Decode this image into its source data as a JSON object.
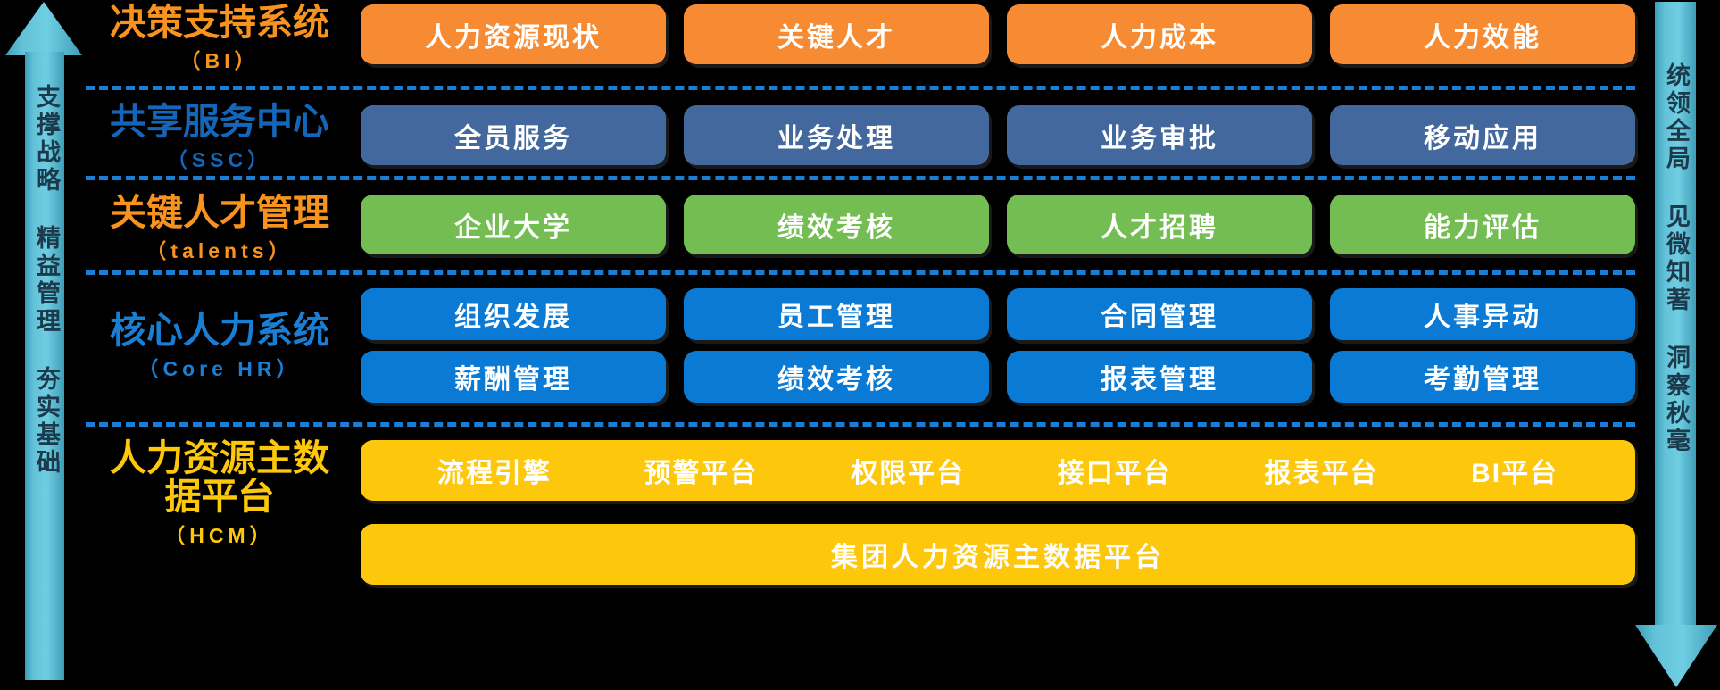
{
  "left_arrow": {
    "text": "支撑战略 精益管理 夯实基础",
    "color": "#63c2d8",
    "text_color": "#1b3a4b"
  },
  "right_arrow": {
    "text": "统领全局 见微知著 洞察秋毫",
    "color": "#63c2d8",
    "text_color": "#1b3a4b"
  },
  "layers": [
    {
      "id": "bi",
      "cn": "决策支持系统",
      "en": "（BI）",
      "label_color": "#f7931e",
      "box_color": "#f68b33",
      "items": [
        "人力资源现状",
        "关键人才",
        "人力成本",
        "人力效能"
      ]
    },
    {
      "id": "ssc",
      "cn": "共享服务中心",
      "en": "（SSC）",
      "label_color": "#1466b8",
      "box_color": "#42689e",
      "items": [
        "全员服务",
        "业务处理",
        "业务审批",
        "移动应用"
      ]
    },
    {
      "id": "talents",
      "cn": "关键人才管理",
      "en": "（talents）",
      "label_color": "#f7931e",
      "box_color": "#74bd52",
      "items": [
        "企业大学",
        "绩效考核",
        "人才招聘",
        "能力评估"
      ]
    },
    {
      "id": "corehr",
      "cn": "核心人力系统",
      "en": "（Core HR）",
      "label_color": "#1a7fd4",
      "box_color": "#0b7ad4",
      "items_row1": [
        "组织发展",
        "员工管理",
        "合同管理",
        "人事异动"
      ],
      "items_row2": [
        "薪酬管理",
        "绩效考核",
        "报表管理",
        "考勤管理"
      ]
    },
    {
      "id": "hcm",
      "cn_line1": "人力资源主数",
      "cn_line2": "据平台",
      "en": "（HCM）",
      "label_color": "#fdc70c",
      "box_color": "#fdc70c",
      "platforms": [
        "流程引擎",
        "预警平台",
        "权限平台",
        "接口平台",
        "报表平台",
        "BI平台"
      ],
      "master_platform": "集团人力资源主数据平台"
    }
  ],
  "separator_color": "#1a7fd4"
}
